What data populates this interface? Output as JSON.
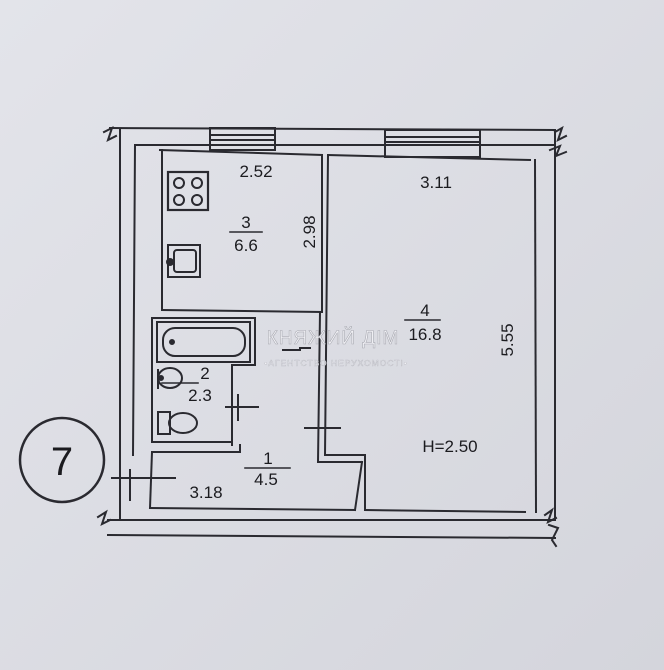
{
  "plan_number": "7",
  "rooms": [
    {
      "number": "1",
      "area": "4.5"
    },
    {
      "number": "2",
      "area": "2.3"
    },
    {
      "number": "3",
      "area": "6.6"
    },
    {
      "number": "4",
      "area": "16.8"
    }
  ],
  "dimensions": {
    "kitchen_width": "2.52",
    "kitchen_depth": "2.98",
    "room_width": "3.11",
    "room_depth": "5.55",
    "hall_width": "3.18"
  },
  "ceiling_height": "H=2.50",
  "watermark": {
    "brand": "КНЯЖИЙ ДІМ",
    "subtitle": "•АГЕНТСТВО НЕРУХОМОСТІ•"
  }
}
